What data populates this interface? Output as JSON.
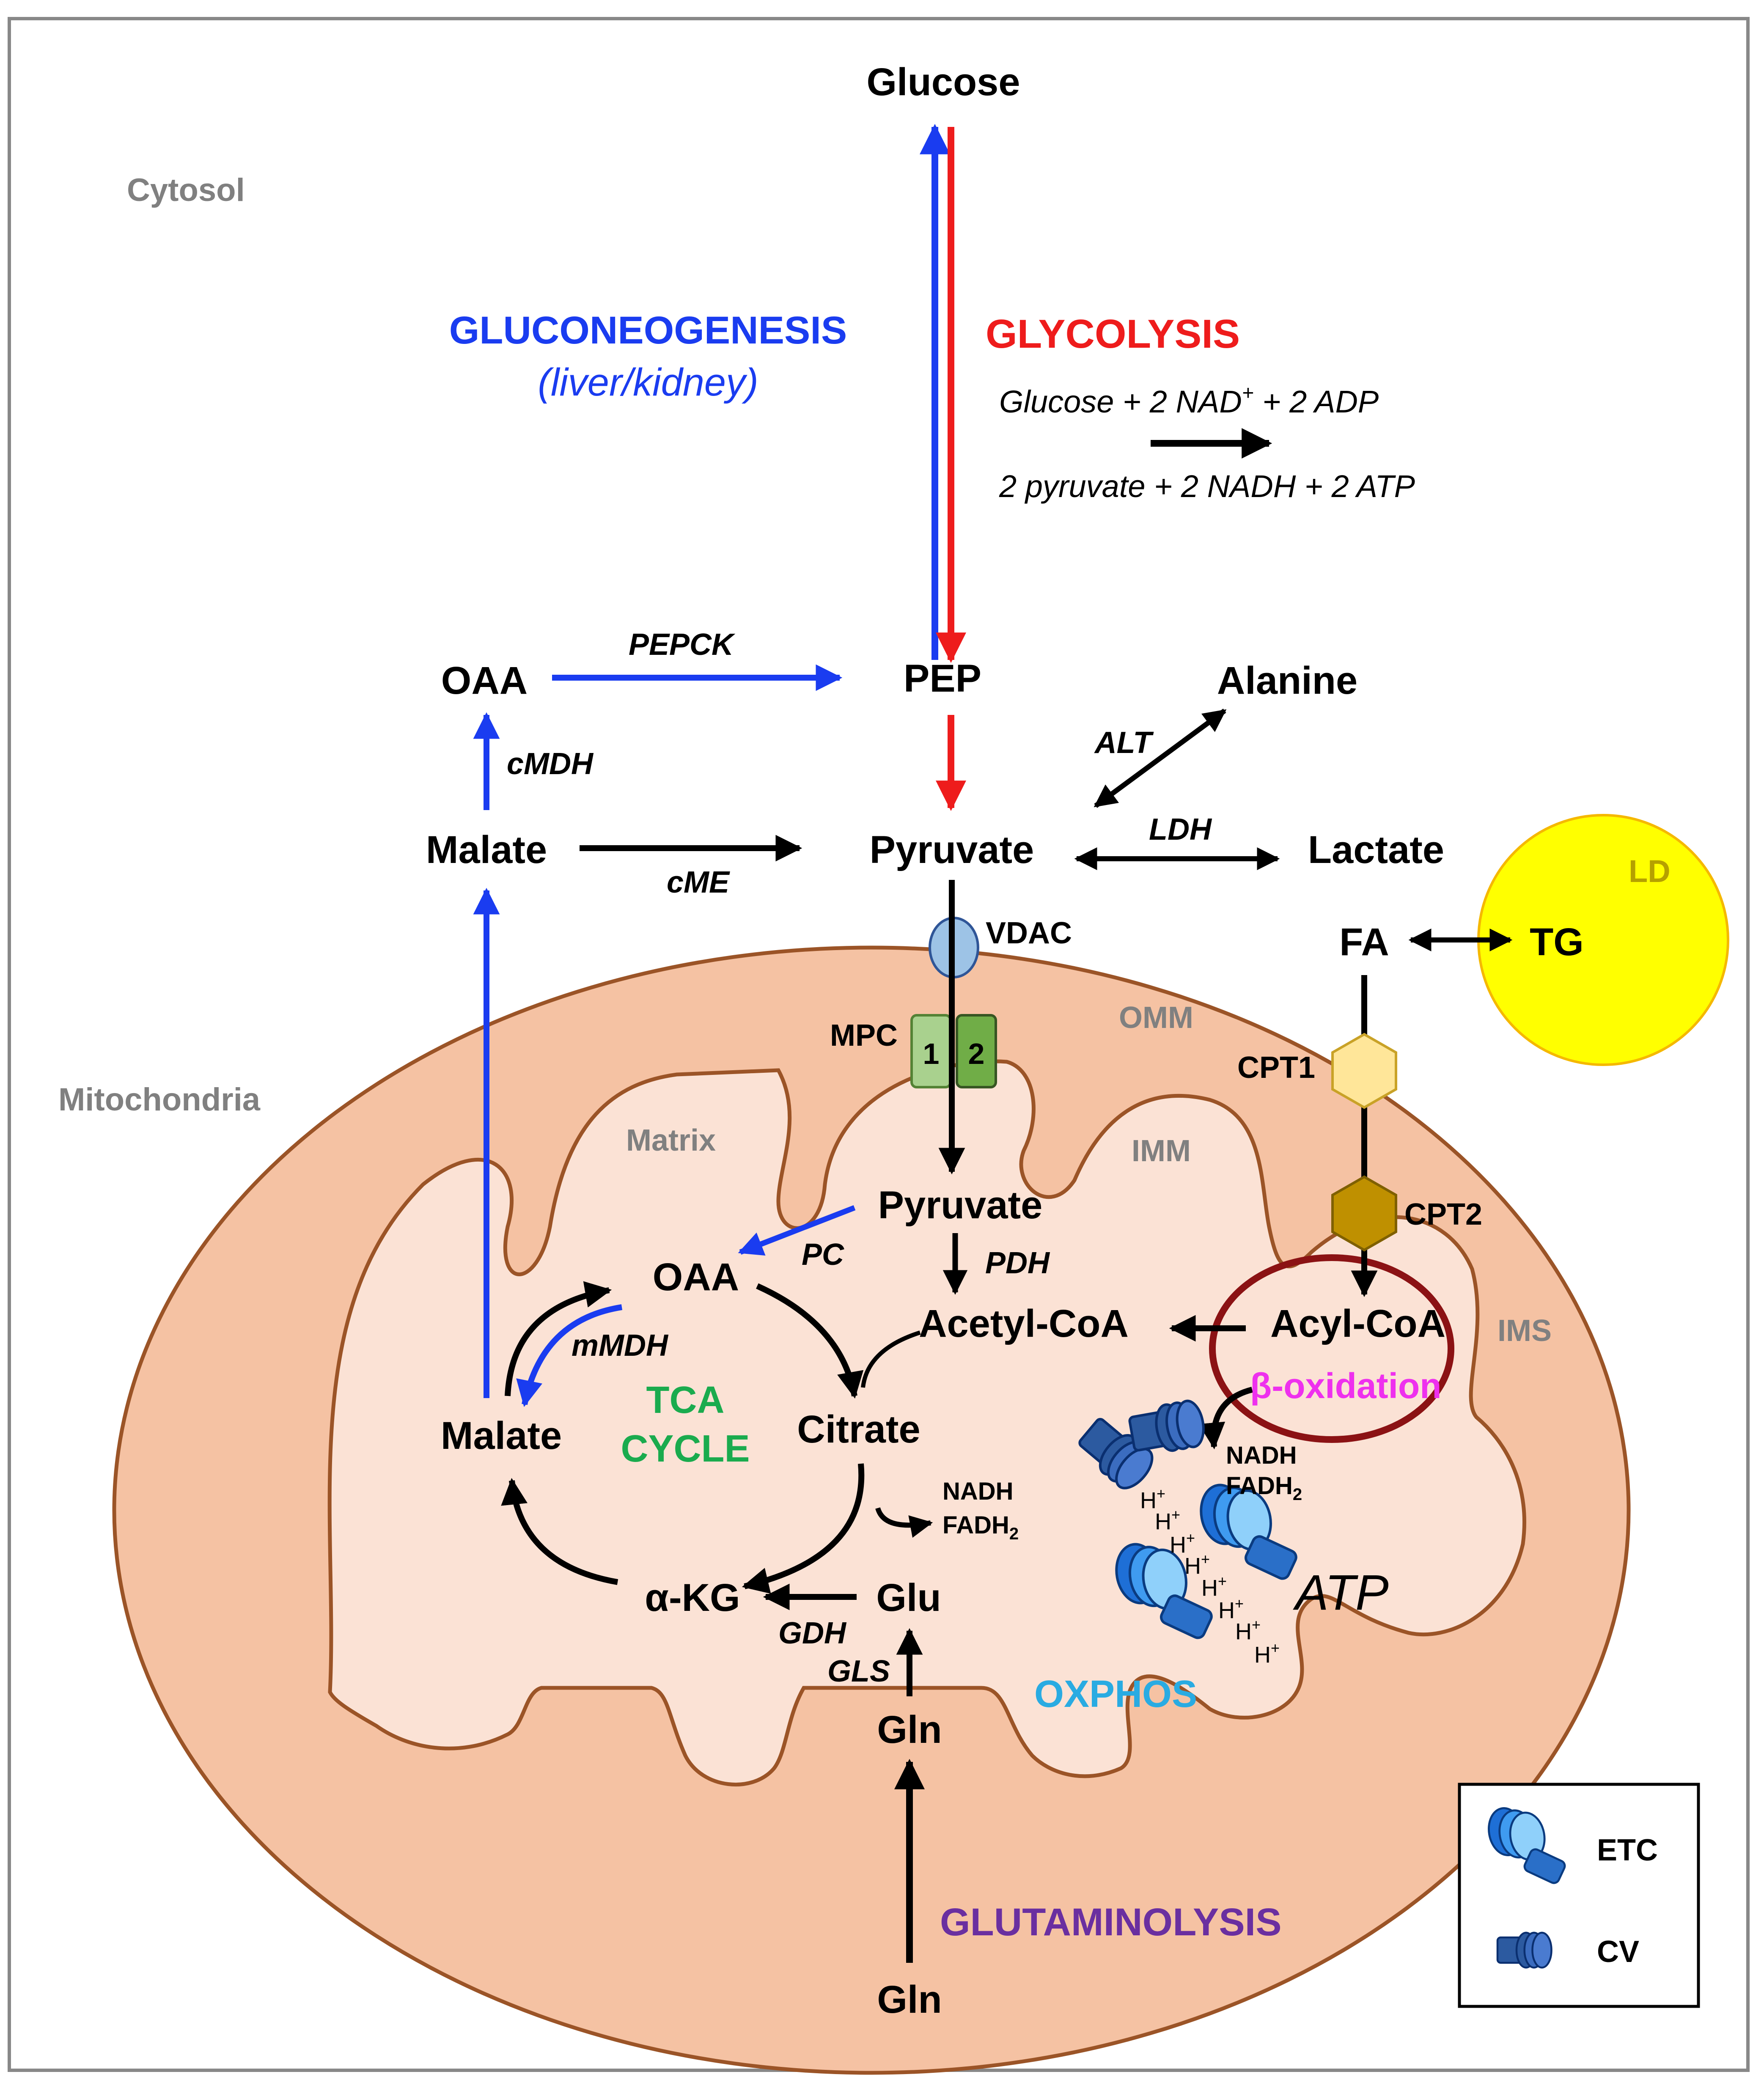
{
  "compartments": {
    "cytosol": "Cytosol",
    "mitochondria": "Mitochondria",
    "omm": "OMM",
    "imm": "IMM",
    "matrix": "Matrix",
    "ims": "IMS",
    "ld": "LD"
  },
  "pathways": {
    "gluconeogenesis": "GLUCONEOGENESIS",
    "gluconeogenesis_note": "(liver/kidney)",
    "glycolysis": "GLYCOLYSIS",
    "tca_line1": "TCA",
    "tca_line2": "CYCLE",
    "oxphos": "OXPHOS",
    "glutaminolysis": "GLUTAMINOLYSIS",
    "beta_oxidation": "β-oxidation"
  },
  "equation": {
    "left_a": "Glucose + 2 NAD",
    "left_sup": "+",
    "left_b": " + 2 ADP",
    "right": "2 pyruvate + 2 NADH + 2 ATP"
  },
  "metabolites": {
    "glucose": "Glucose",
    "pep": "PEP",
    "oaa_cyto": "OAA",
    "malate_cyto": "Malate",
    "pyruvate_cyto": "Pyruvate",
    "alanine": "Alanine",
    "lactate": "Lactate",
    "fa": "FA",
    "tg": "TG",
    "pyruvate_mito": "Pyruvate",
    "oaa_mito": "OAA",
    "acetyl_coa": "Acetyl-CoA",
    "acyl_coa": "Acyl-CoA",
    "citrate": "Citrate",
    "malate_mito": "Malate",
    "akg": "α-KG",
    "glu": "Glu",
    "gln_mito": "Gln",
    "gln_cyto": "Gln",
    "atp": "ATP"
  },
  "enzymes": {
    "pepck": "PEPCK",
    "cmdh": "cMDH",
    "cme": "cME",
    "alt": "ALT",
    "ldh": "LDH",
    "pc": "PC",
    "pdh": "PDH",
    "mmdh": "mMDH",
    "gdh": "GDH",
    "gls": "GLS"
  },
  "transporters": {
    "vdac": "VDAC",
    "mpc": "MPC",
    "mpc1": "1",
    "mpc2": "2",
    "cpt1": "CPT1",
    "cpt2": "CPT2"
  },
  "cofactors": {
    "nadh": "NADH",
    "fadh": "FADH",
    "sub2": "2",
    "proton": "H",
    "proton_sup": "+"
  },
  "legend": {
    "etc": "ETC",
    "cv": "CV"
  },
  "colors": {
    "gluconeogenesis": "#1a3cf0",
    "glycolysis": "#ee1c1c",
    "tca": "#1aab4e",
    "oxphos": "#29abe2",
    "glutaminolysis": "#6a2fa0",
    "beta_oxidation": "#ee30ee",
    "compartment_label": "#808080",
    "outer_membrane": "#f5c2a3",
    "matrix": "#fbe2d5",
    "lipid_droplet": "#ffff00",
    "oxidation_ring": "#8b1214"
  }
}
